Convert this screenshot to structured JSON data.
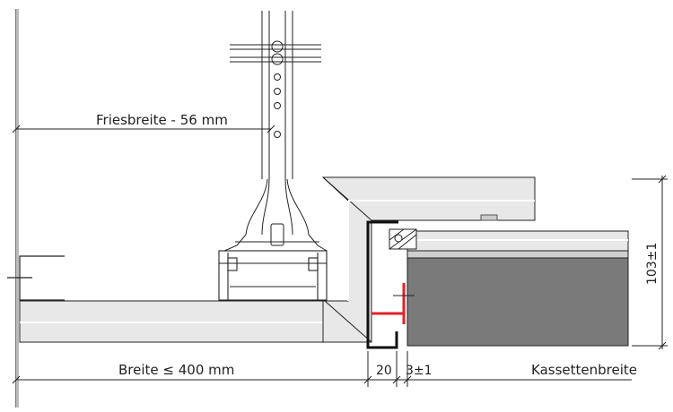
{
  "labels": {
    "friesbreite": "Friesbreite - 56 mm",
    "breite": "Breite ≤ 400 mm",
    "kassettenbreite": "Kassettenbreite",
    "height": "103±1",
    "gap_20": "20",
    "gap_3": "3±1"
  },
  "colors": {
    "line": "#222222",
    "panel_fill": "#e8e8e8",
    "cassette_fill": "#7a7a7a",
    "profile": "#111111",
    "accent": "#e0202a"
  }
}
